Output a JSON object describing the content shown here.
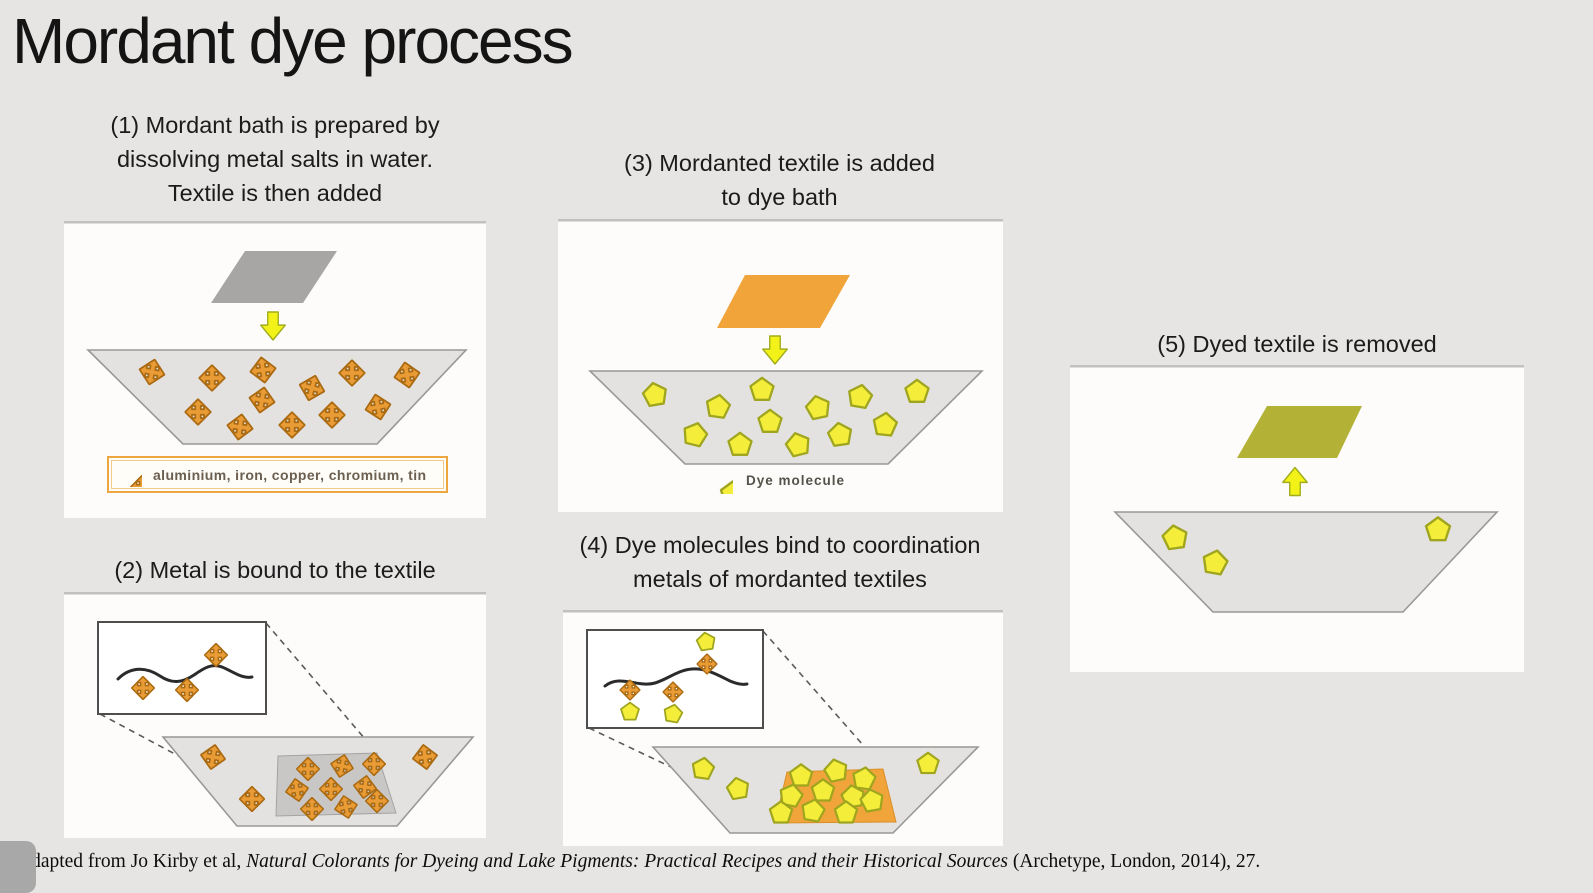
{
  "title": "Mordant dye process",
  "steps": [
    {
      "num": 1,
      "label": "(1) Mordant bath is prepared by\ndissolving metal salts in water.\nTextile is then added",
      "textile_color_name": "grey",
      "arrow": "down",
      "metal_salt_count": 12
    },
    {
      "num": 2,
      "label": "(2) Metal is bound to the textile",
      "textile_color_name": "grey (submerged)",
      "metal_salt_count": 12
    },
    {
      "num": 3,
      "label": "(3) Mordanted textile is added\nto dye bath",
      "textile_color_name": "orange",
      "arrow": "down",
      "dye_molecule_count": 12
    },
    {
      "num": 4,
      "label": "(4) Dye molecules bind to coordination\nmetals of mordanted textiles",
      "textile_color_name": "orange (submerged)",
      "dye_molecule_count": 13
    },
    {
      "num": 5,
      "label": "(5) Dyed textile is removed",
      "textile_color_name": "olive",
      "arrow": "up",
      "dye_molecule_count": 3
    }
  ],
  "legends": {
    "mordant_metals": "aluminium, iron, copper, chromium, tin",
    "dye_molecule": "Dye molecule"
  },
  "citation": {
    "prefix": "Adapted from Jo Kirby et al, ",
    "title_italic": "Natural Colorants for Dyeing and Lake Pigments: Practical Recipes and their Historical Sources",
    "suffix": " (Archetype, London, 2014), 27."
  },
  "icons": {
    "metal_salt": "four-way-arrow-cross",
    "dye_molecule": "pentagon",
    "transfer_down": "block-arrow-down",
    "transfer_up": "block-arrow-up",
    "nav": "chevron-left"
  },
  "colors": {
    "slide_bg": "#e7e5e3",
    "panel_white": "#fdfcfb",
    "metal_salt_orange": "#e99b35",
    "metal_salt_outline": "#a96a12",
    "dye_yellow": "#f4ee3a",
    "dye_outline": "#9fa51f",
    "textile_grey": "#a8a6a4",
    "textile_orange": "#f0a439",
    "textile_olive": "#b3b136",
    "bath_grey": "#e4e2e0",
    "arrow_yellow": "#f3f218",
    "legend_border_orange": "#eca740"
  }
}
